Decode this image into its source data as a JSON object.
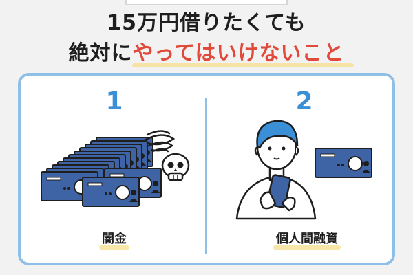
{
  "heading": {
    "line1": "15万円借りたくても",
    "line2_prefix": "絶対に",
    "line2_accent": "やってはいけないこと"
  },
  "items": [
    {
      "number": "1",
      "label": "闇金",
      "icon": "banknote-stack-with-skull-icon"
    },
    {
      "number": "2",
      "label": "個人間融資",
      "icon": "person-with-smartphone-icon"
    }
  ],
  "colors": {
    "accent_red": "#e04a3a",
    "number_blue": "#3a8fd6",
    "card_border": "#8fbfe6",
    "banknote_blue": "#3f64a6",
    "highlight_yellow": "#f6e7a8"
  }
}
